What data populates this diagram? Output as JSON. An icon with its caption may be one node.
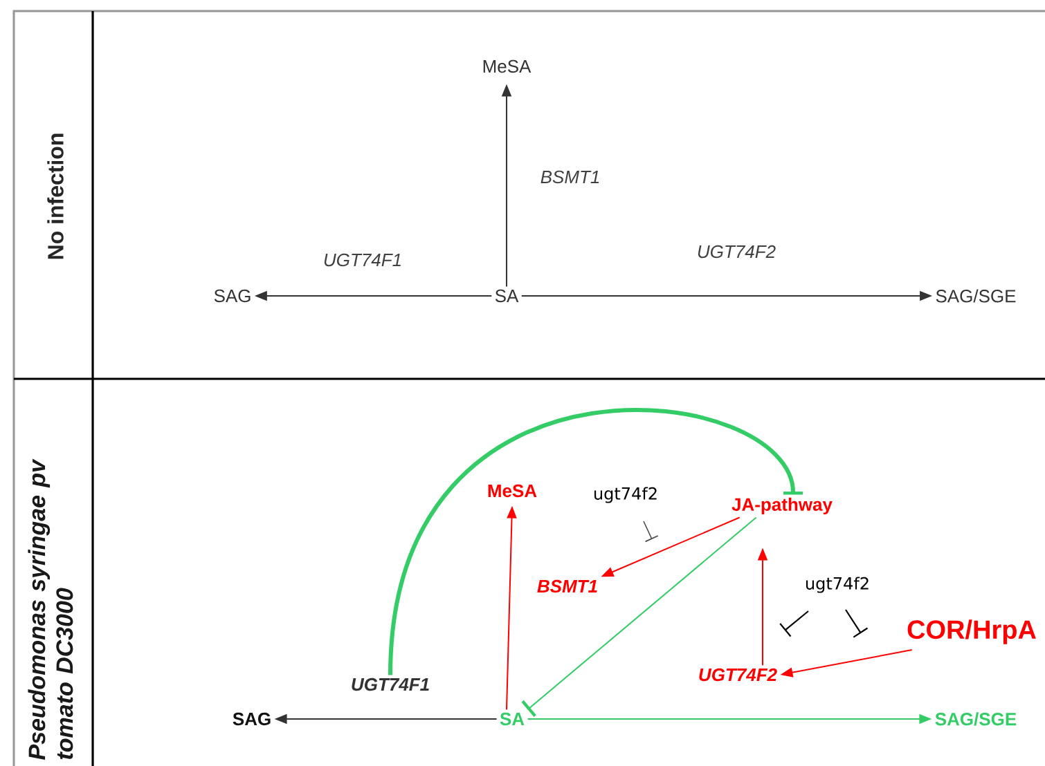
{
  "diagram": {
    "nodes": [
      {
        "text": [
          "MeSA"
        ]
      },
      {
        "text": [
          "SA"
        ]
      },
      {
        "text": [
          "SAG"
        ]
      },
      {
        "text": [
          "SAG/SGE"
        ]
      },
      {
        "text": [
          "MeSA"
        ]
      },
      {
        "text": [
          "JA-pathway"
        ]
      },
      {
        "text": [
          "BSMT1"
        ]
      },
      {
        "text": [
          "UGT74F2"
        ]
      },
      {
        "text": [
          "COR/HrpA"
        ]
      },
      {
        "text": [
          "UGT74F1"
        ]
      },
      {
        "text": [
          "SAG"
        ]
      },
      {
        "text": [
          "SA"
        ]
      },
      {
        "text": [
          "SAG/SGE"
        ]
      }
    ],
    "edges": [
      {
        "from": 1,
        "to": 0,
        "arrow": "to",
        "label": "BSMT1"
      },
      {
        "from": 1,
        "to": 2,
        "arrow": "to",
        "label": "UGT74F1"
      },
      {
        "from": 1,
        "to": 3,
        "arrow": "to",
        "label": "UGT74F2"
      },
      {
        "from": 11,
        "to": 4,
        "arrow": "to",
        "color": "#ff0000"
      },
      {
        "from": 5,
        "to": 6,
        "arrow": "to",
        "color": "#ff0000"
      },
      {
        "from": 7,
        "to": 5,
        "arrow": "to",
        "color": "#ff0000"
      },
      {
        "from": 8,
        "to": 7,
        "arrow": "to",
        "color": "#ff0000"
      },
      {
        "from": 11,
        "to": 10,
        "arrow": "to"
      },
      {
        "from": 11,
        "to": 12,
        "arrow": "to",
        "color": "#33cc66"
      },
      {
        "from": 9,
        "to": 5,
        "arrow": "other",
        "style": "thick",
        "color": "#33cc66"
      },
      {
        "from": 5,
        "to": 11,
        "arrow": "other",
        "color": "#33cc66"
      }
    ],
    "labels": [
      "No infection",
      "Pseudomonas syringae pv tomato DC3000",
      "ugt74f2",
      "ugt74f2"
    ]
  }
}
